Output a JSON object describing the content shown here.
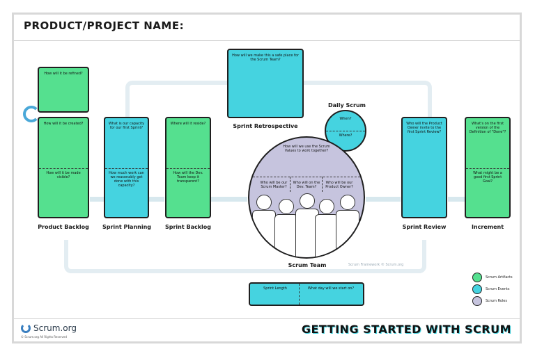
{
  "header": {
    "title": "PRODUCT/PROJECT NAME:"
  },
  "product_backlog": {
    "q_refined": "How will it be refined?",
    "q_created": "How will it be created?",
    "q_visible": "How will it be made visible?",
    "label": "Product Backlog"
  },
  "sprint_planning": {
    "q_capacity": "What is our capacity for our first Sprint?",
    "q_work": "How much work can we reasonably get done with this capacity?",
    "label": "Sprint Planning"
  },
  "sprint_backlog": {
    "q_reside": "Where will it reside?",
    "q_transparent": "How will the Dev. Team keep it transparent?",
    "label": "Sprint Backlog"
  },
  "retro": {
    "q_safe": "How will we make this a safe place for the Scrum Team?",
    "label": "Sprint Retrospective"
  },
  "daily": {
    "title": "Daily Scrum",
    "q_when": "When?",
    "q_where": "Where?"
  },
  "team": {
    "q_values": "How will we use the Scrum Values to work together?",
    "q_master": "Who will be our Scrum Master?",
    "q_devteam": "Who will on the Dev. Team?",
    "q_owner": "Who will be our Product Owner?",
    "label": "Scrum Team",
    "watermark": "Scrum Framework © Scrum.org"
  },
  "review": {
    "q_invite": "Who will the Product Owner invite to the first Sprint Review?",
    "label": "Sprint Review"
  },
  "increment": {
    "q_first": "What's on the first version of the Definition of \"Done\"?",
    "q_goal": "What might be a good first Sprint Goal?",
    "label": "Increment"
  },
  "sprint_info": {
    "length": "Sprint Length",
    "start": "What day will we start on?"
  },
  "legend": {
    "artifacts": "Scrum Artifacts",
    "events": "Scrum Events",
    "roles": "Scrum Roles",
    "colors": {
      "artifacts": "#55e08f",
      "events": "#45d3e0",
      "roles": "#c6c4de"
    }
  },
  "footer": {
    "logo": "Scrum.org",
    "rights": "© Scrum.org All Rights Reserved",
    "tagline": "GETTING STARTED WITH SCRUM"
  }
}
